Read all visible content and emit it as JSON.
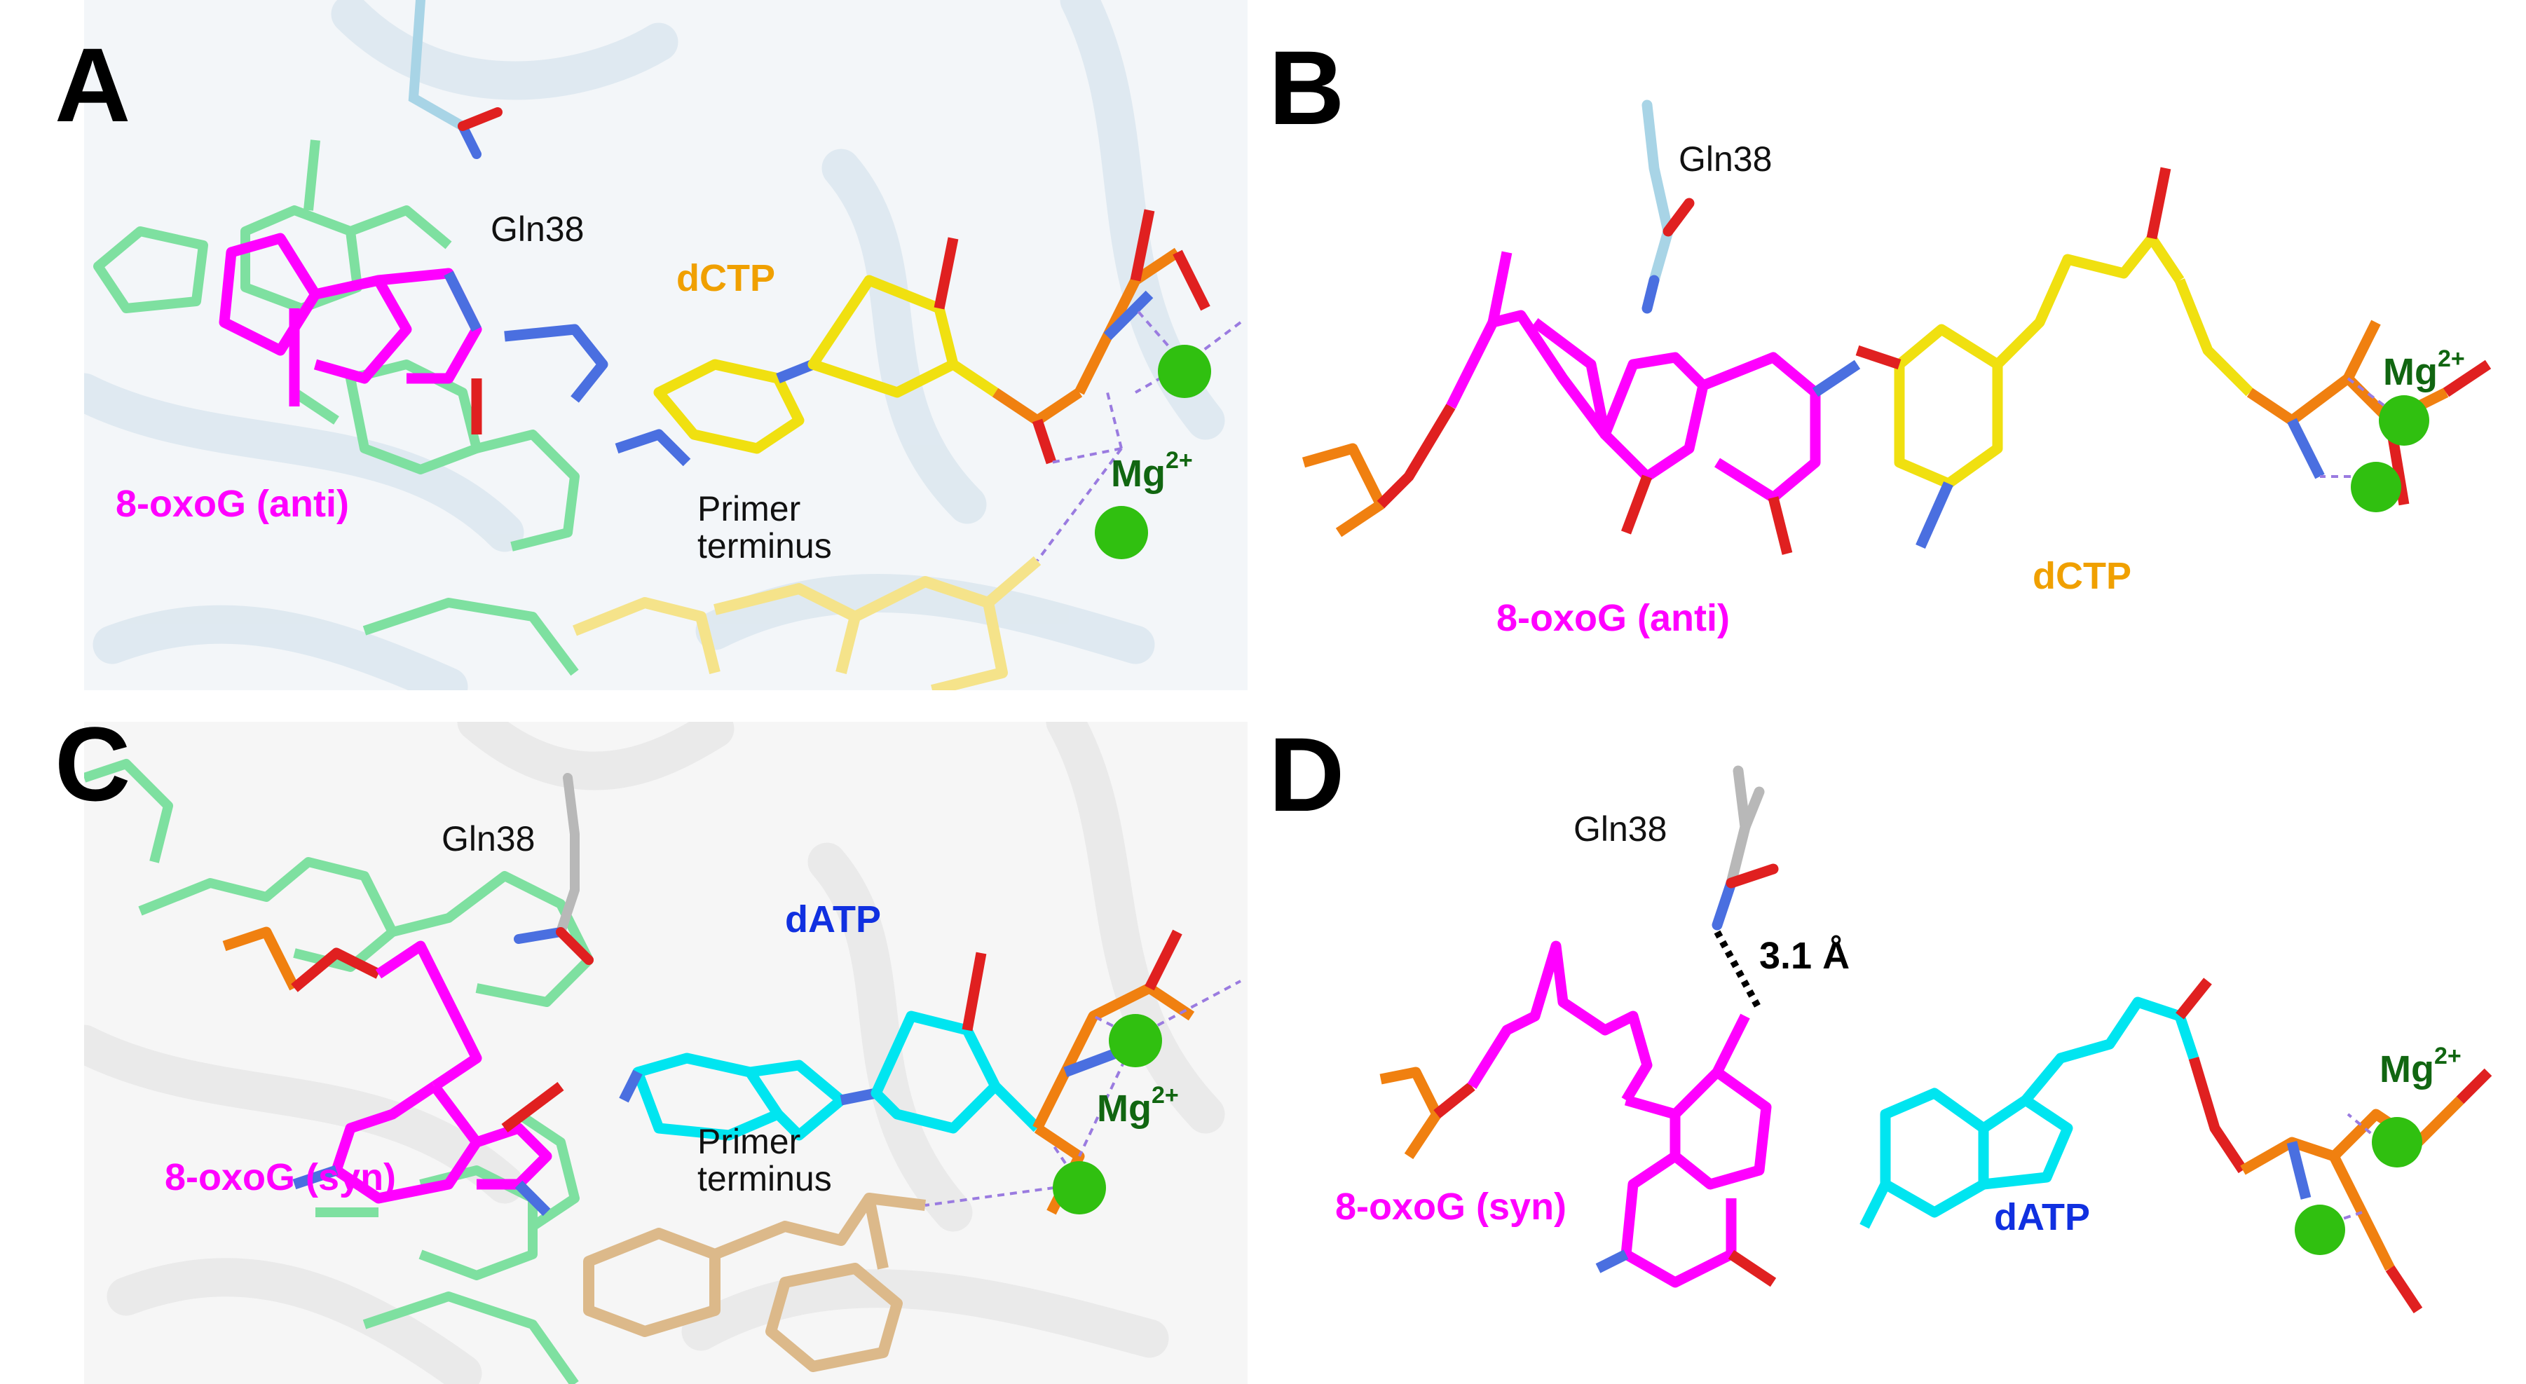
{
  "panels": {
    "A": {
      "label": "A"
    },
    "B": {
      "label": "B"
    },
    "C": {
      "label": "C"
    },
    "D": {
      "label": "D"
    }
  },
  "labels": {
    "gln38": "Gln38",
    "dctp": "dCTP",
    "datp": "dATP",
    "oxog_anti": "8-oxoG (anti)",
    "oxog_syn": "8-oxoG (syn)",
    "mg": "Mg",
    "mg_charge": "2+",
    "primer_terminus": "Primer\nterminus",
    "distance": "3.1 Å"
  },
  "colors": {
    "magenta": "#ff00ff",
    "yellow": "#f0e010",
    "cyan": "#00e5f0",
    "blue_n": "#4a6fe0",
    "red_o": "#e02020",
    "orange_p": "#f08010",
    "mg_green": "#30c010",
    "label_orange": "#f0a000",
    "label_green": "#116611",
    "label_blue": "#1030e0",
    "dna_green": "#7ee0a0",
    "primer_yellow": "#f5e38a",
    "primer_tan": "#dcb98a",
    "gln_lightblue": "#a8d4e6",
    "gln_grey": "#b8b8b8",
    "ribbon_a": "#dde8f0",
    "ribbon_c": "#eaeaea"
  }
}
